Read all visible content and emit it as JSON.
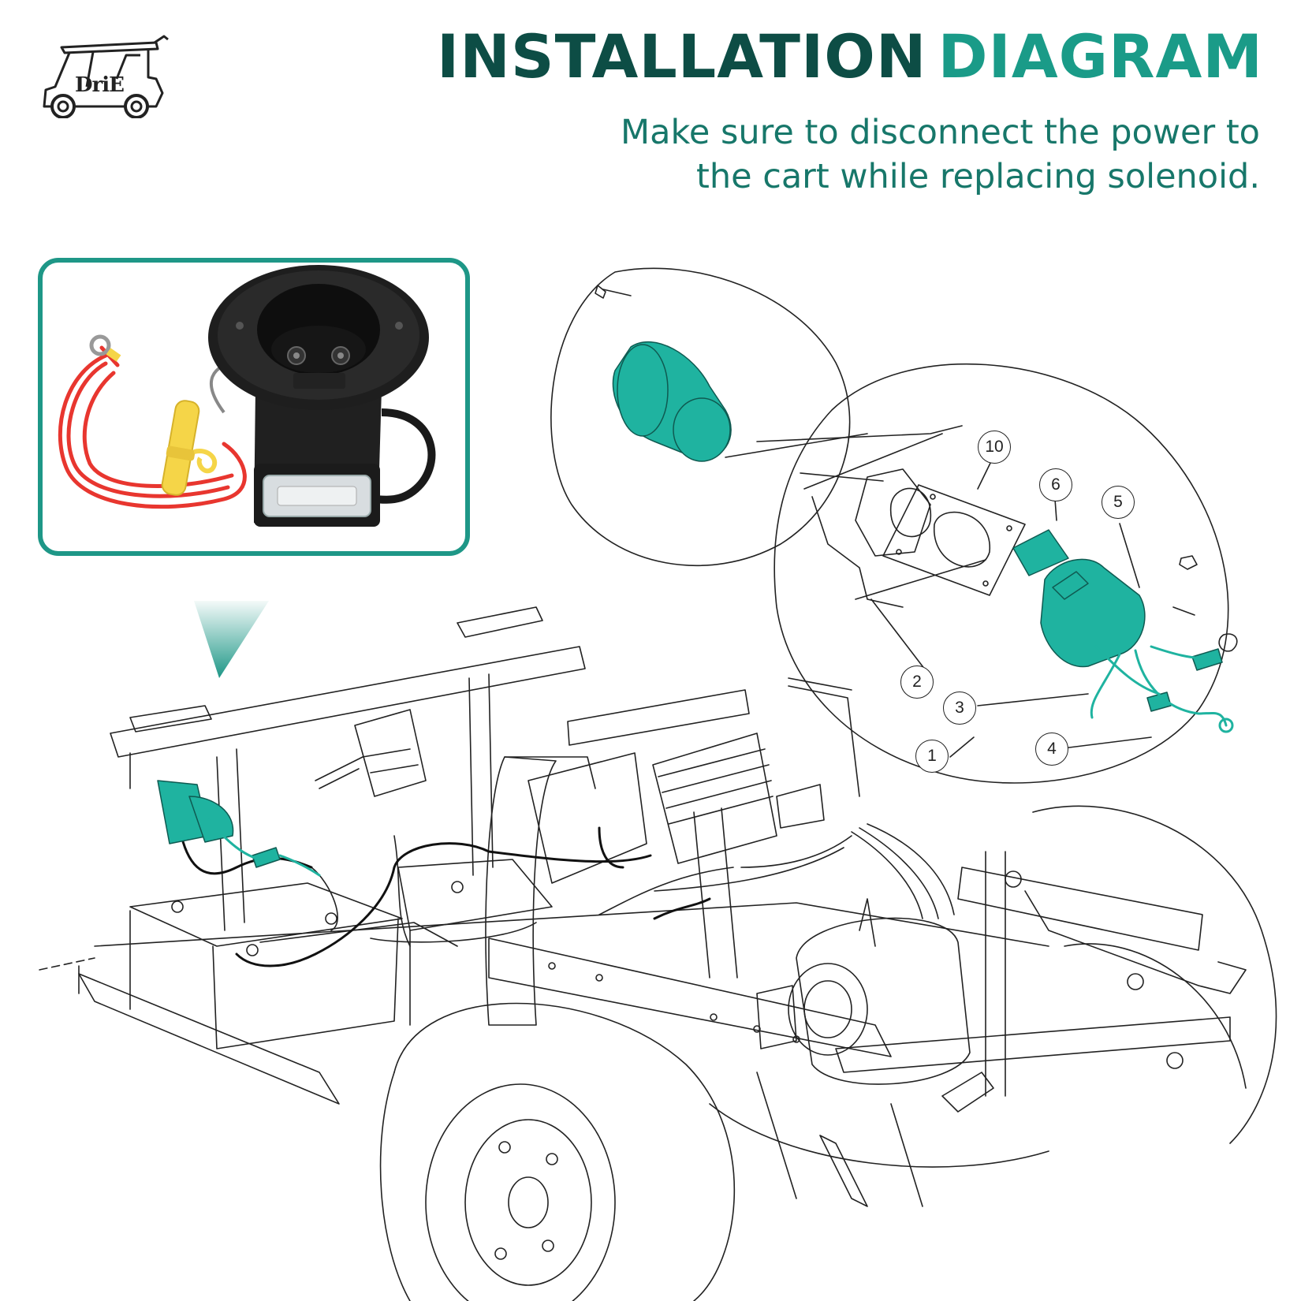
{
  "logo": {
    "text": "DriE",
    "icon": "golf-cart-icon"
  },
  "title": {
    "word1": "INSTALLATION",
    "word2": "DIAGRAM"
  },
  "subtitle": {
    "line1": "Make sure to disconnect the power to",
    "line2": "the cart while replacing solenoid."
  },
  "callouts": [
    "10",
    "6",
    "5",
    "2",
    "3",
    "1",
    "4"
  ],
  "colors": {
    "accent_teal": "#1e9787",
    "title_dark": "#0d4d45",
    "title_light": "#1a9b88",
    "part_highlight": "#1fb3a0",
    "cable_red": "#e8362f",
    "fuse_yellow": "#f5d548"
  }
}
